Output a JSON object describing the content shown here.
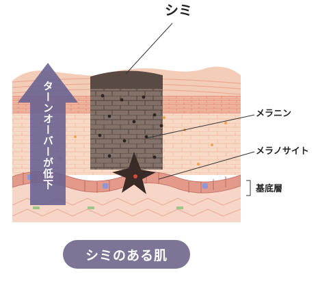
{
  "labels": {
    "spot": "シミ",
    "melanin": "メラニン",
    "melanocyte": "メラノサイト",
    "basal_layer": "基底層",
    "turnover": "ターンオーバーが低下"
  },
  "caption": "シミのある肌",
  "colors": {
    "arrow": "#6a6391",
    "pill": "#7d7496",
    "spot": "#5a4a44",
    "skin_top": "#f2c9b2",
    "skin_mid": "#f6dfcf",
    "basal": "#d98e80"
  }
}
